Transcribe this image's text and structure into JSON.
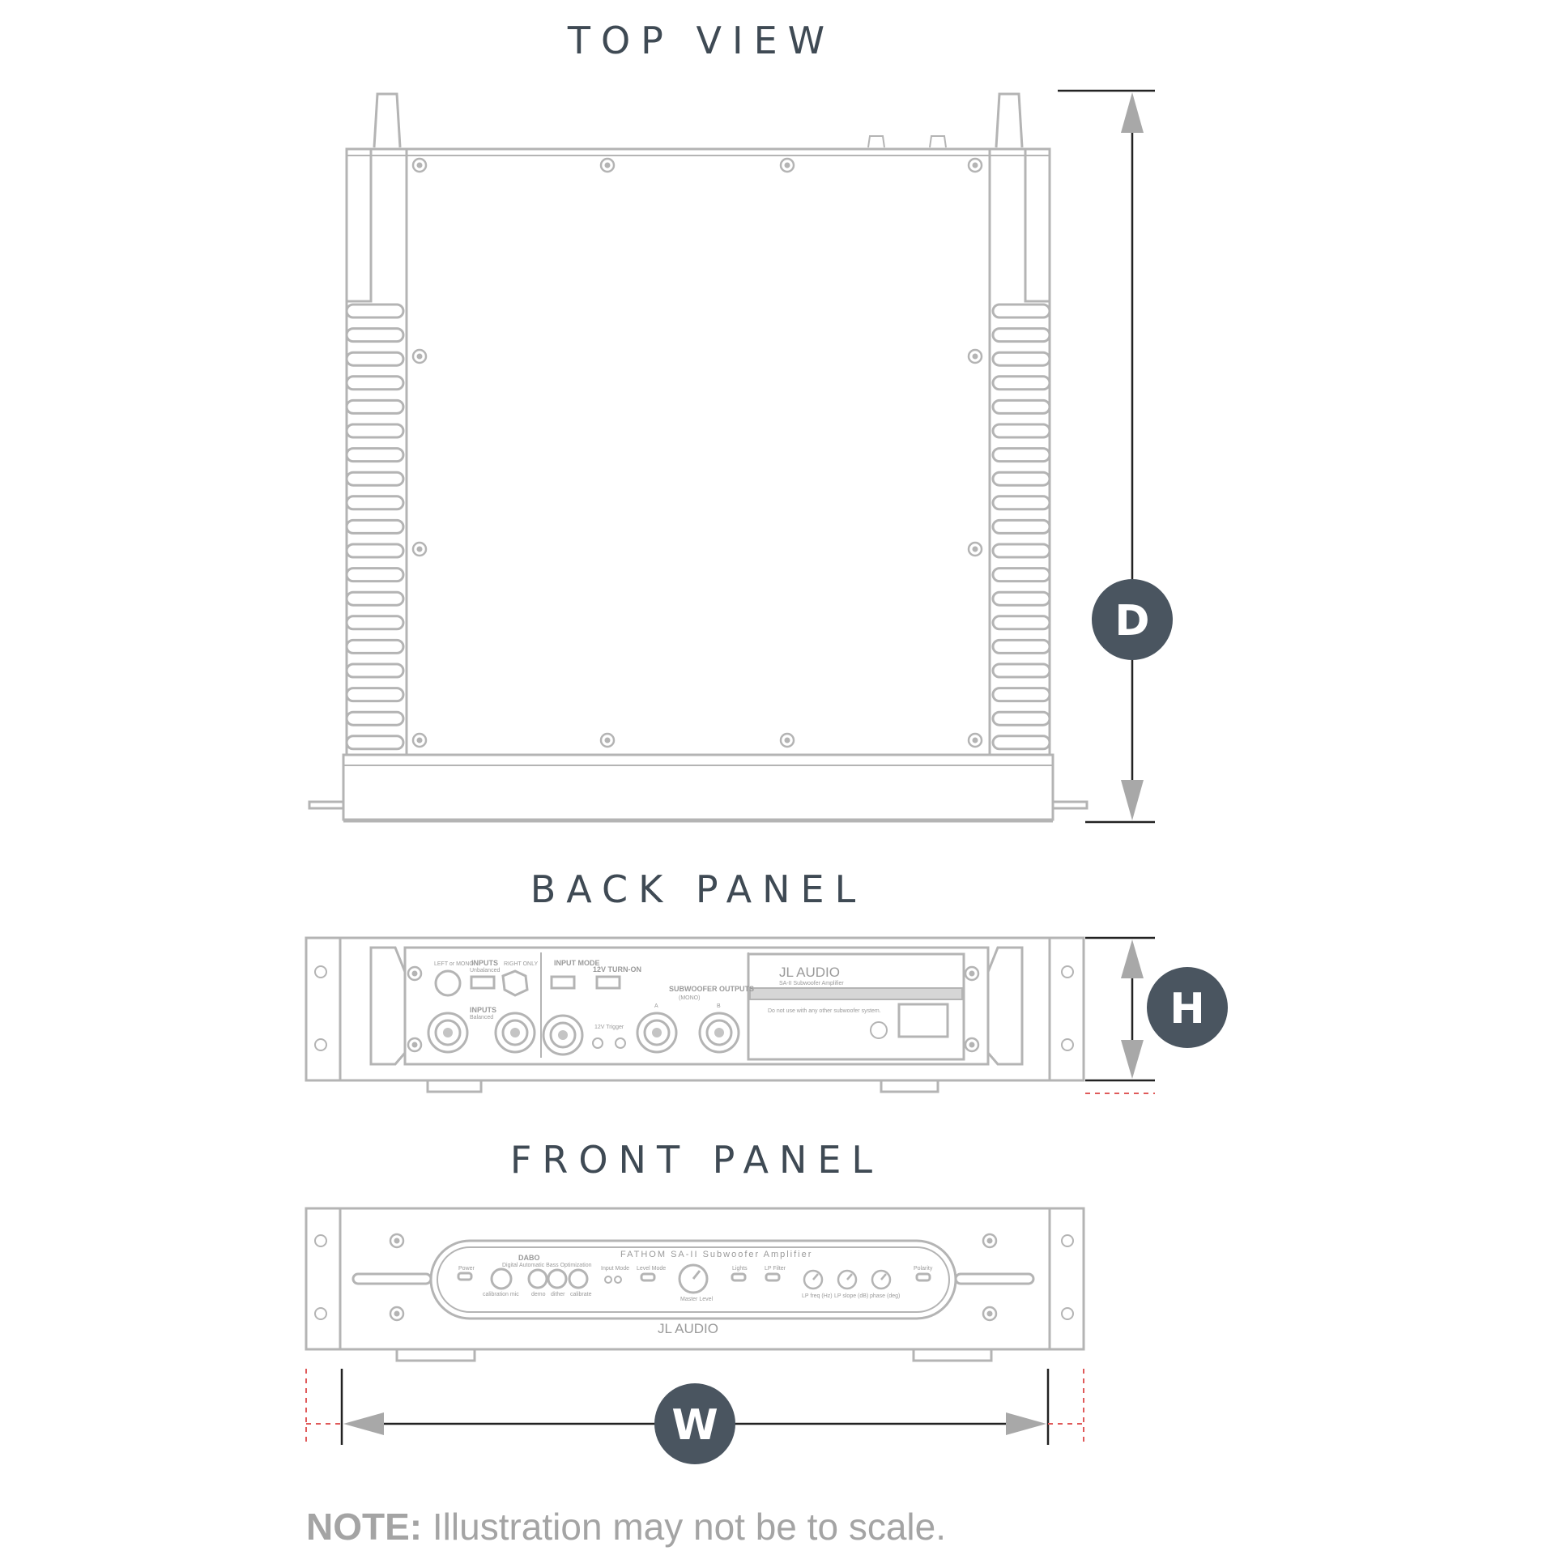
{
  "titles": {
    "top_view": "TOP VIEW",
    "back_panel": "BACK PANEL",
    "front_panel": "FRONT PANEL"
  },
  "dimensions": {
    "depth": "D",
    "height": "H",
    "width": "W"
  },
  "back_panel": {
    "left_or_mono": "LEFT or MONO",
    "inputs_unbalanced": "INPUTS",
    "unbalanced": "Unbalanced",
    "right_only": "RIGHT ONLY",
    "input_mode": "INPUT MODE",
    "turn_on": "12V TURN-ON",
    "outputs": "SUBWOOFER OUTPUTS",
    "mono": "(MONO)",
    "inputs_balanced": "INPUTS",
    "balanced": "Balanced",
    "trigger": "12V Trigger",
    "out_a": "A",
    "out_b": "B",
    "brand": "JL AUDIO",
    "model": "SA-II Subwoofer Amplifier",
    "warning": "Do not use with any other subwoofer system."
  },
  "front_panel": {
    "model_line": "FATHOM SA-II Subwoofer Amplifier",
    "dabo": "DABO",
    "dabo_sub": "Digital Automatic Bass Optimization",
    "controls": [
      "Power",
      "Input Mode",
      "Level Mode",
      "Master Level",
      "Lights",
      "LP Filter",
      "Polarity"
    ],
    "dabo_buttons": [
      "calibration mic",
      "demo",
      "dither",
      "calibrate"
    ],
    "knobs": [
      "LP freq (Hz)",
      "LP slope (dB)",
      "phase (deg)"
    ],
    "brand": "JL AUDIO"
  },
  "note": {
    "label": "NOTE:",
    "text": " Illustration may not be to scale."
  }
}
